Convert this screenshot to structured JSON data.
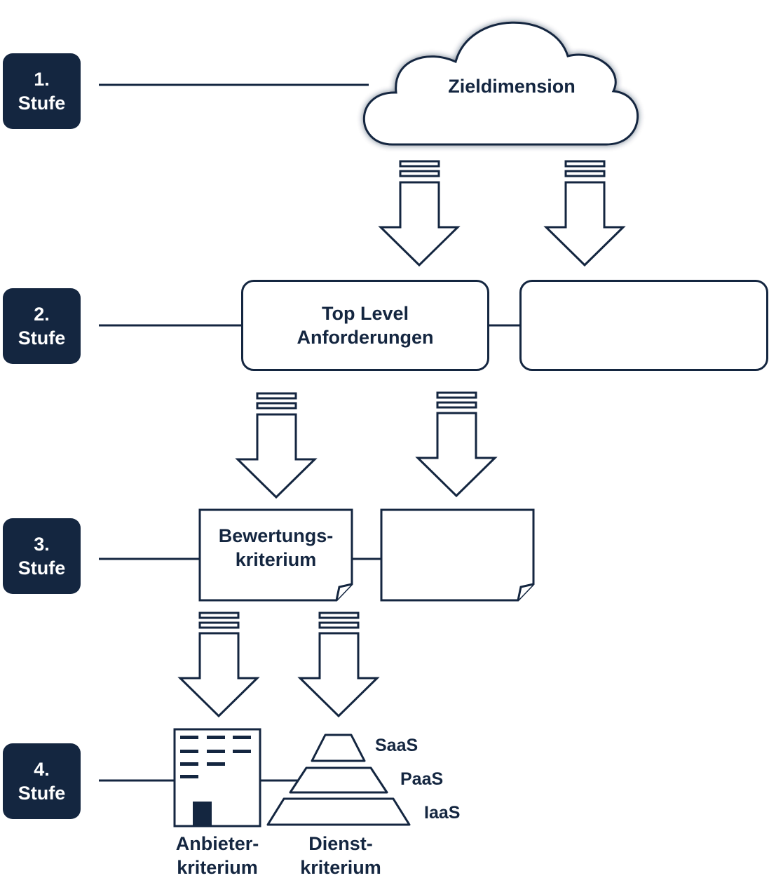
{
  "levels": [
    {
      "number": "1.",
      "word": "Stufe"
    },
    {
      "number": "2.",
      "word": "Stufe"
    },
    {
      "number": "3.",
      "word": "Stufe"
    },
    {
      "number": "4.",
      "word": "Stufe"
    }
  ],
  "cloud": {
    "label": "Zieldimension"
  },
  "top_level": {
    "line1": "Top Level",
    "line2": "Anforderungen"
  },
  "criterion": {
    "line1": "Bewertungs-",
    "line2": "kriterium"
  },
  "provider": {
    "line1": "Anbieter-",
    "line2": "kriterium"
  },
  "service": {
    "line1": "Dienst-",
    "line2": "kriterium"
  },
  "pyramid": {
    "top": "SaaS",
    "middle": "PaaS",
    "bottom": "IaaS"
  },
  "colors": {
    "primary": "#142640",
    "background": "#ffffff"
  }
}
